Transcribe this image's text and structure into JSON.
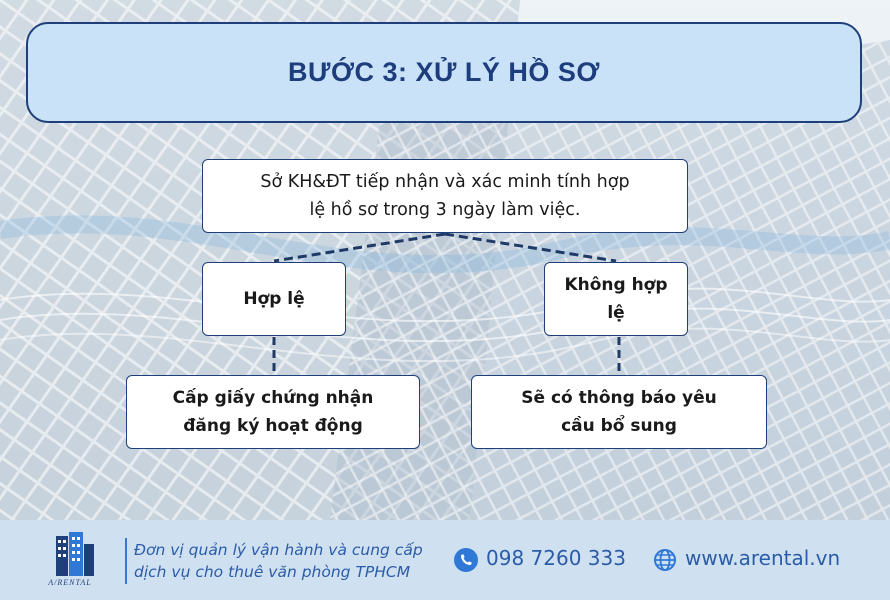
{
  "title": "BƯỚC 3: XỬ LÝ HỒ SƠ",
  "diagram": {
    "root": {
      "line1": "Sở KH&ĐT tiếp nhận và xác minh tính hợp",
      "line2": "lệ hồ sơ trong 3 ngày làm việc."
    },
    "branches": [
      {
        "label": "Hợp lệ",
        "result_line1": "Cấp giấy chứng nhận",
        "result_line2": "đăng ký hoạt động"
      },
      {
        "label": "Không hợp lệ",
        "result_line1": "Sẽ có thông báo yêu",
        "result_line2": "cầu bổ sung"
      }
    ]
  },
  "footer": {
    "logo_text": "A/RENTAL",
    "tagline_line1": "Đơn vị quản lý vận hành và cung cấp",
    "tagline_line2": "dịch vụ cho thuê văn phòng TPHCM",
    "phone": "098 7260 333",
    "website": "www.arental.vn"
  },
  "colors": {
    "title_bg": "#c9e2f8",
    "border": "#1f3f7a",
    "title_text": "#1d3d7d",
    "footer_bg": "#cfe0f0",
    "footer_text": "#2b5ca8",
    "icon_blue": "#2f78d6"
  },
  "icons": [
    "building-logo-icon",
    "phone-icon",
    "globe-icon"
  ]
}
